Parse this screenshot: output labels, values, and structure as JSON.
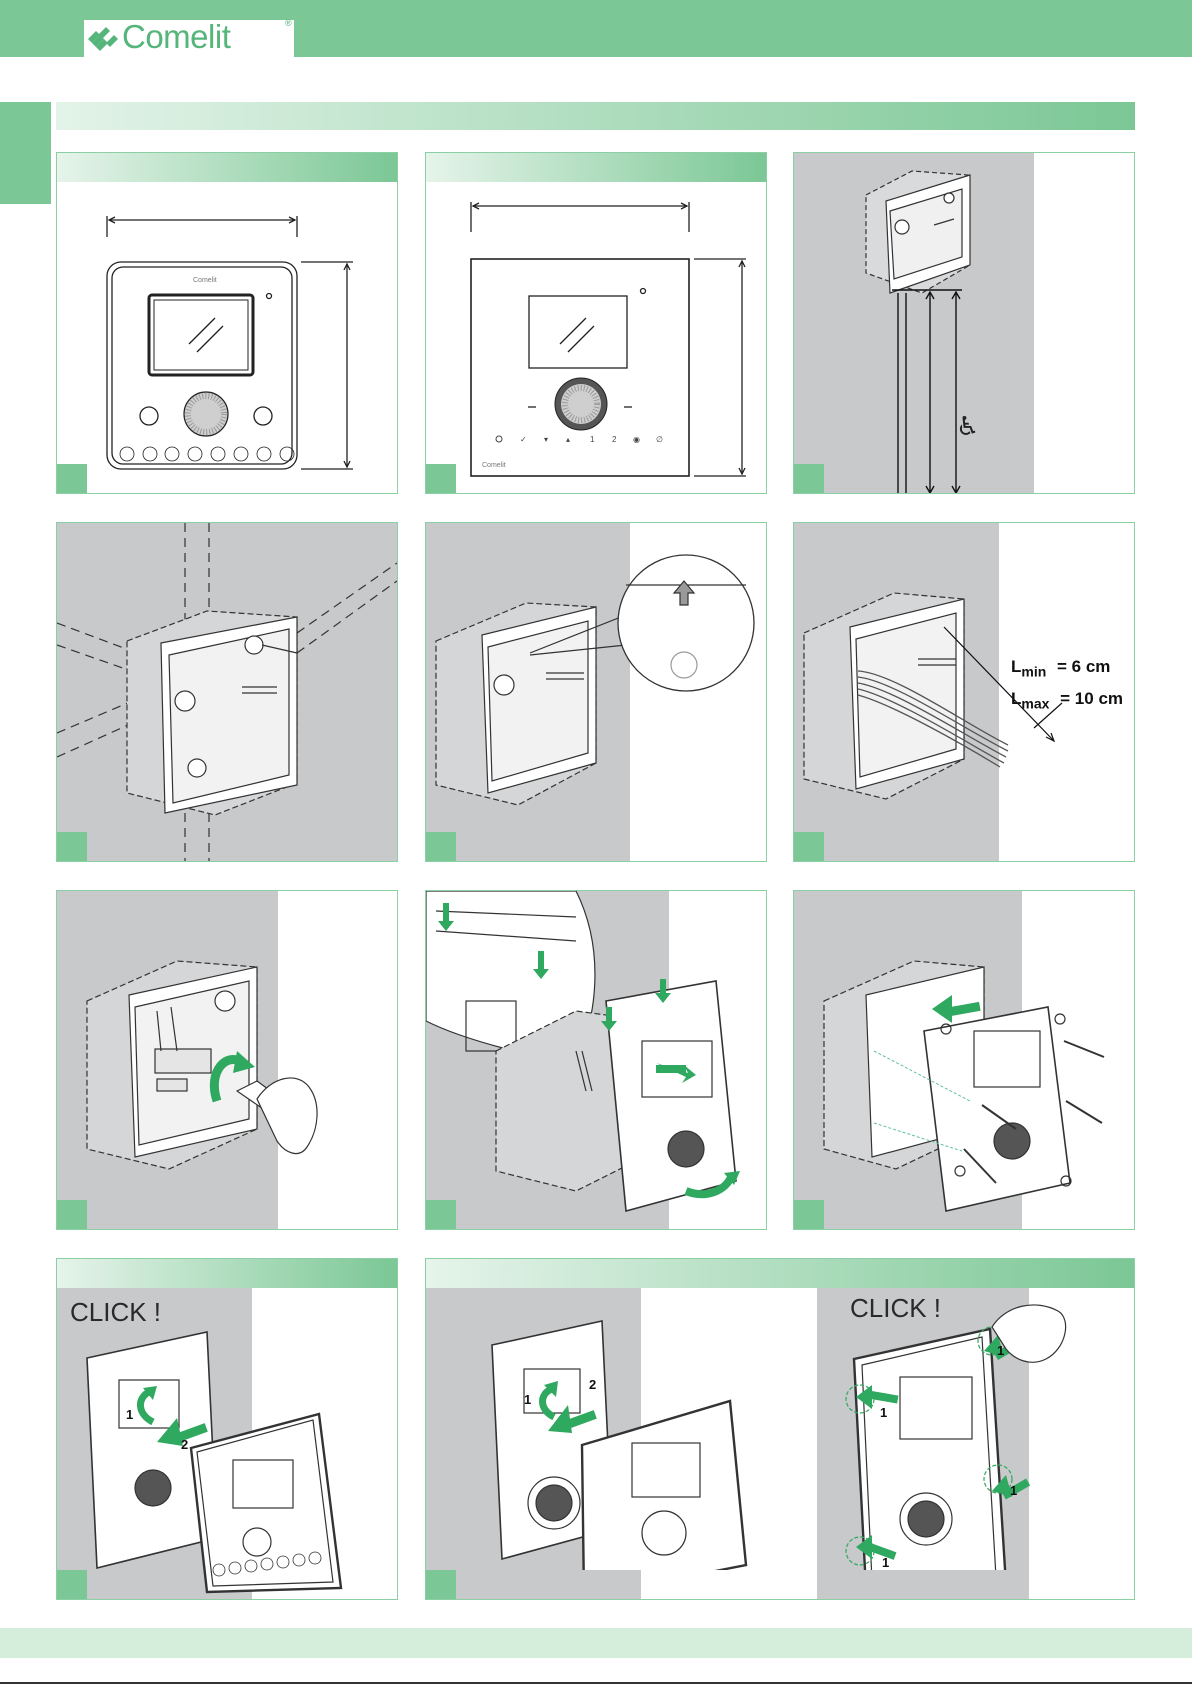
{
  "header": {
    "brand": "Comelit",
    "registered_mark": "®",
    "color": "#7bc795"
  },
  "figure_1": {
    "brand_small": "Comelit"
  },
  "figure_2": {
    "brand_small": "Comelit"
  },
  "figure_6": {
    "lmin": {
      "L": "L",
      "sub": "min",
      "value": "= 6 cm"
    },
    "lmax": {
      "L": "L",
      "sub": "max",
      "value": "= 10 cm"
    }
  },
  "figure_10": {
    "callout": "CLICK !",
    "step1": "1",
    "step2": "2"
  },
  "figure_11": {
    "step1": "1",
    "step2": "2"
  },
  "figure_12": {
    "callout": "CLICK !",
    "steps": [
      "1",
      "1",
      "1",
      "1"
    ]
  },
  "colors": {
    "accent": "#7bc795",
    "wall_gray": "#c8c9cb",
    "line": "#333333"
  }
}
